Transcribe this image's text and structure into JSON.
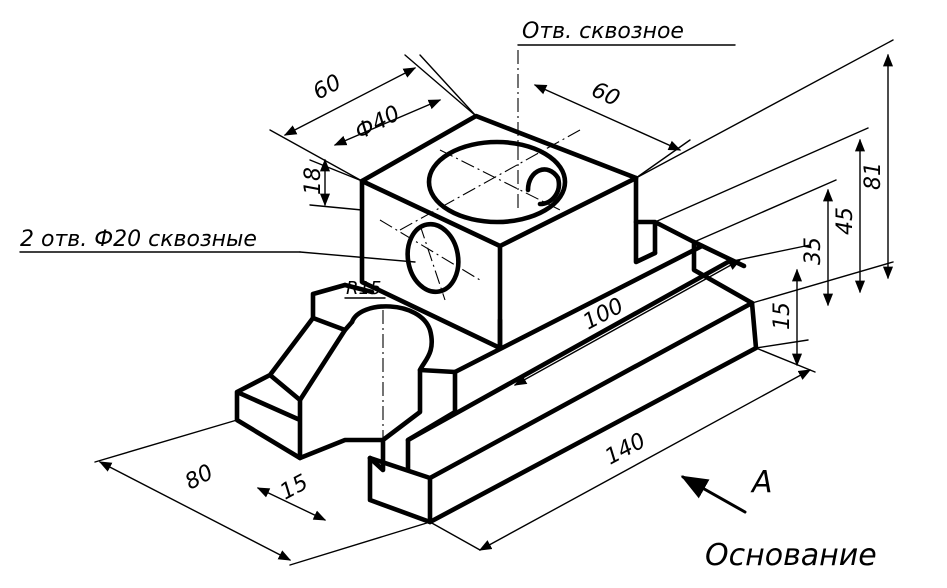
{
  "notes": {
    "through_hole": "Отв. сквозное",
    "two_holes": "2 отв. Ф20 сквозные",
    "base": "Основание",
    "view": "А"
  },
  "dimensions": {
    "top_width": "60",
    "top_depth": "60",
    "bore_dia": "Ф40",
    "top_height": "18",
    "length": "100",
    "base_length": "140",
    "base_width": "80",
    "slot": "15",
    "radius": "R15",
    "h_81": "81",
    "h_45": "45",
    "h_35": "35",
    "h_15": "15"
  }
}
